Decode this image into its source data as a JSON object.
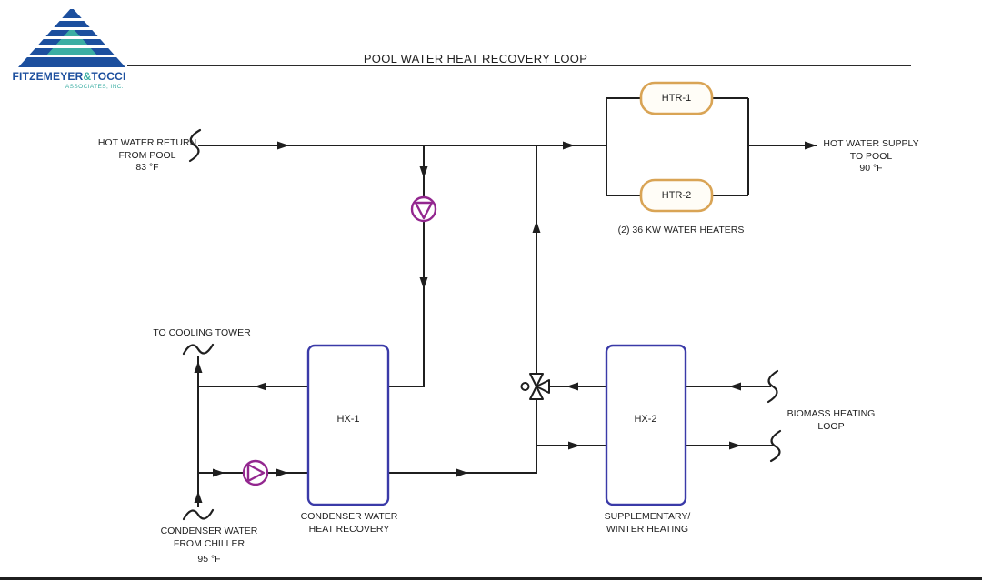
{
  "title": "POOL WATER HEAT RECOVERY LOOP",
  "logo": {
    "name_1": "FITZEMEYER",
    "amp": "&",
    "name_2": "TOCCI",
    "subtitle": "ASSOCIATES, INC."
  },
  "labels": {
    "hot_water_return": {
      "line1": "HOT WATER RETURN",
      "line2": "FROM POOL",
      "temp": "83 °F"
    },
    "hot_water_supply": {
      "line1": "HOT WATER SUPPLY",
      "line2": "TO POOL",
      "temp": "90 °F"
    },
    "heaters_caption": "(2) 36 KW WATER HEATERS",
    "to_cooling_tower": "TO COOLING TOWER",
    "condenser_from_chiller": {
      "line1": "CONDENSER WATER",
      "line2": "FROM CHILLER",
      "temp": "95 °F"
    },
    "biomass": {
      "line1": "BIOMASS HEATING",
      "line2": "LOOP"
    }
  },
  "equipment": {
    "htr1": {
      "tag": "HTR-1"
    },
    "htr2": {
      "tag": "HTR-2"
    },
    "hx1": {
      "tag": "HX-1",
      "caption1": "CONDENSER WATER",
      "caption2": "HEAT RECOVERY"
    },
    "hx2": {
      "tag": "HX-2",
      "caption1": "SUPPLEMENTARY/",
      "caption2": "WINTER HEATING"
    }
  },
  "colors": {
    "line": "#1f1f1f",
    "pump": "#93278F",
    "hxBorder": "#3A3AA8",
    "htrBorder": "#D9A455",
    "logoBlue": "#1C4F9E",
    "logoTeal": "#3BAEA3",
    "text": "#1f1f1f"
  }
}
